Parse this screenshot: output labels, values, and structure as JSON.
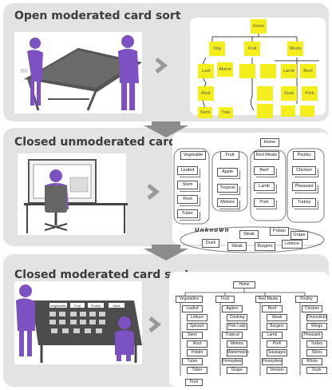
{
  "panels": [
    {
      "title": "Open  moderated card sort"
    },
    {
      "title": "Closed unmoderated card sort"
    },
    {
      "title": "Closed moderated card sort"
    }
  ],
  "open_sort": {
    "root": "Home",
    "top": [
      "Veg",
      "Fruit",
      "Meats"
    ],
    "notes": [
      "Leaf",
      "Above",
      "Root",
      "Stem",
      "Tree",
      "Lamb",
      "Beef",
      "Goat",
      "Pork"
    ]
  },
  "unmoderated": {
    "home": "Home",
    "headers": [
      "Vegetable",
      "Fruit",
      "Red Meats",
      "Poultry"
    ],
    "veg_cards": [
      "Leafed",
      "Stem",
      "Root",
      "Tuber"
    ],
    "fruit_cards": [
      "Apple",
      "Tropical",
      "Melons"
    ],
    "meat_cards": [
      "Beef",
      "Lamb",
      "Pork"
    ],
    "poultry_cards": [
      "Chicken",
      "Pheasant",
      "Turkey"
    ],
    "unknown_label": "Unknown",
    "unknown_cards": [
      "Steak",
      "Potato",
      "Grape",
      "Duck",
      "Steak",
      "Burgers",
      "Lettuce"
    ]
  },
  "moderated": {
    "table_headers": [
      "Vegetables",
      "Fruit",
      "Poultry",
      "Meat"
    ],
    "home": "Home",
    "columns": [
      {
        "header": "Vegetables",
        "items": [
          "Leafed",
          "Lettuce",
          "Spinach",
          "Stem",
          "Root",
          "Potato",
          "Tuber",
          "Tuber"
        ]
      },
      {
        "header": "Fruit",
        "items": [
          "Apples",
          "Cooking",
          "Pink Lady",
          "Tropical",
          "Melons",
          "Watermelon",
          "Honeydew",
          "Grape"
        ]
      },
      {
        "header": "Red Meats",
        "items": [
          "Beef",
          "Steak",
          "Burgers",
          "Lamb",
          "Pork",
          "Sausages",
          "Honeydew",
          "Venison"
        ]
      },
      {
        "header": "Poultry",
        "items": [
          "Chicken",
          "Drumsticks",
          "Wings",
          "Pheasant",
          "Turkey",
          "Slices",
          "Whole",
          "Duck"
        ]
      }
    ],
    "extra": "Fruit"
  },
  "colors": {
    "panel": "#e3e3e3",
    "figure": "#7c52c3",
    "sticky": "#f3ee1c",
    "arrow": "#8c8c8c",
    "table": "#4d4d4d"
  }
}
